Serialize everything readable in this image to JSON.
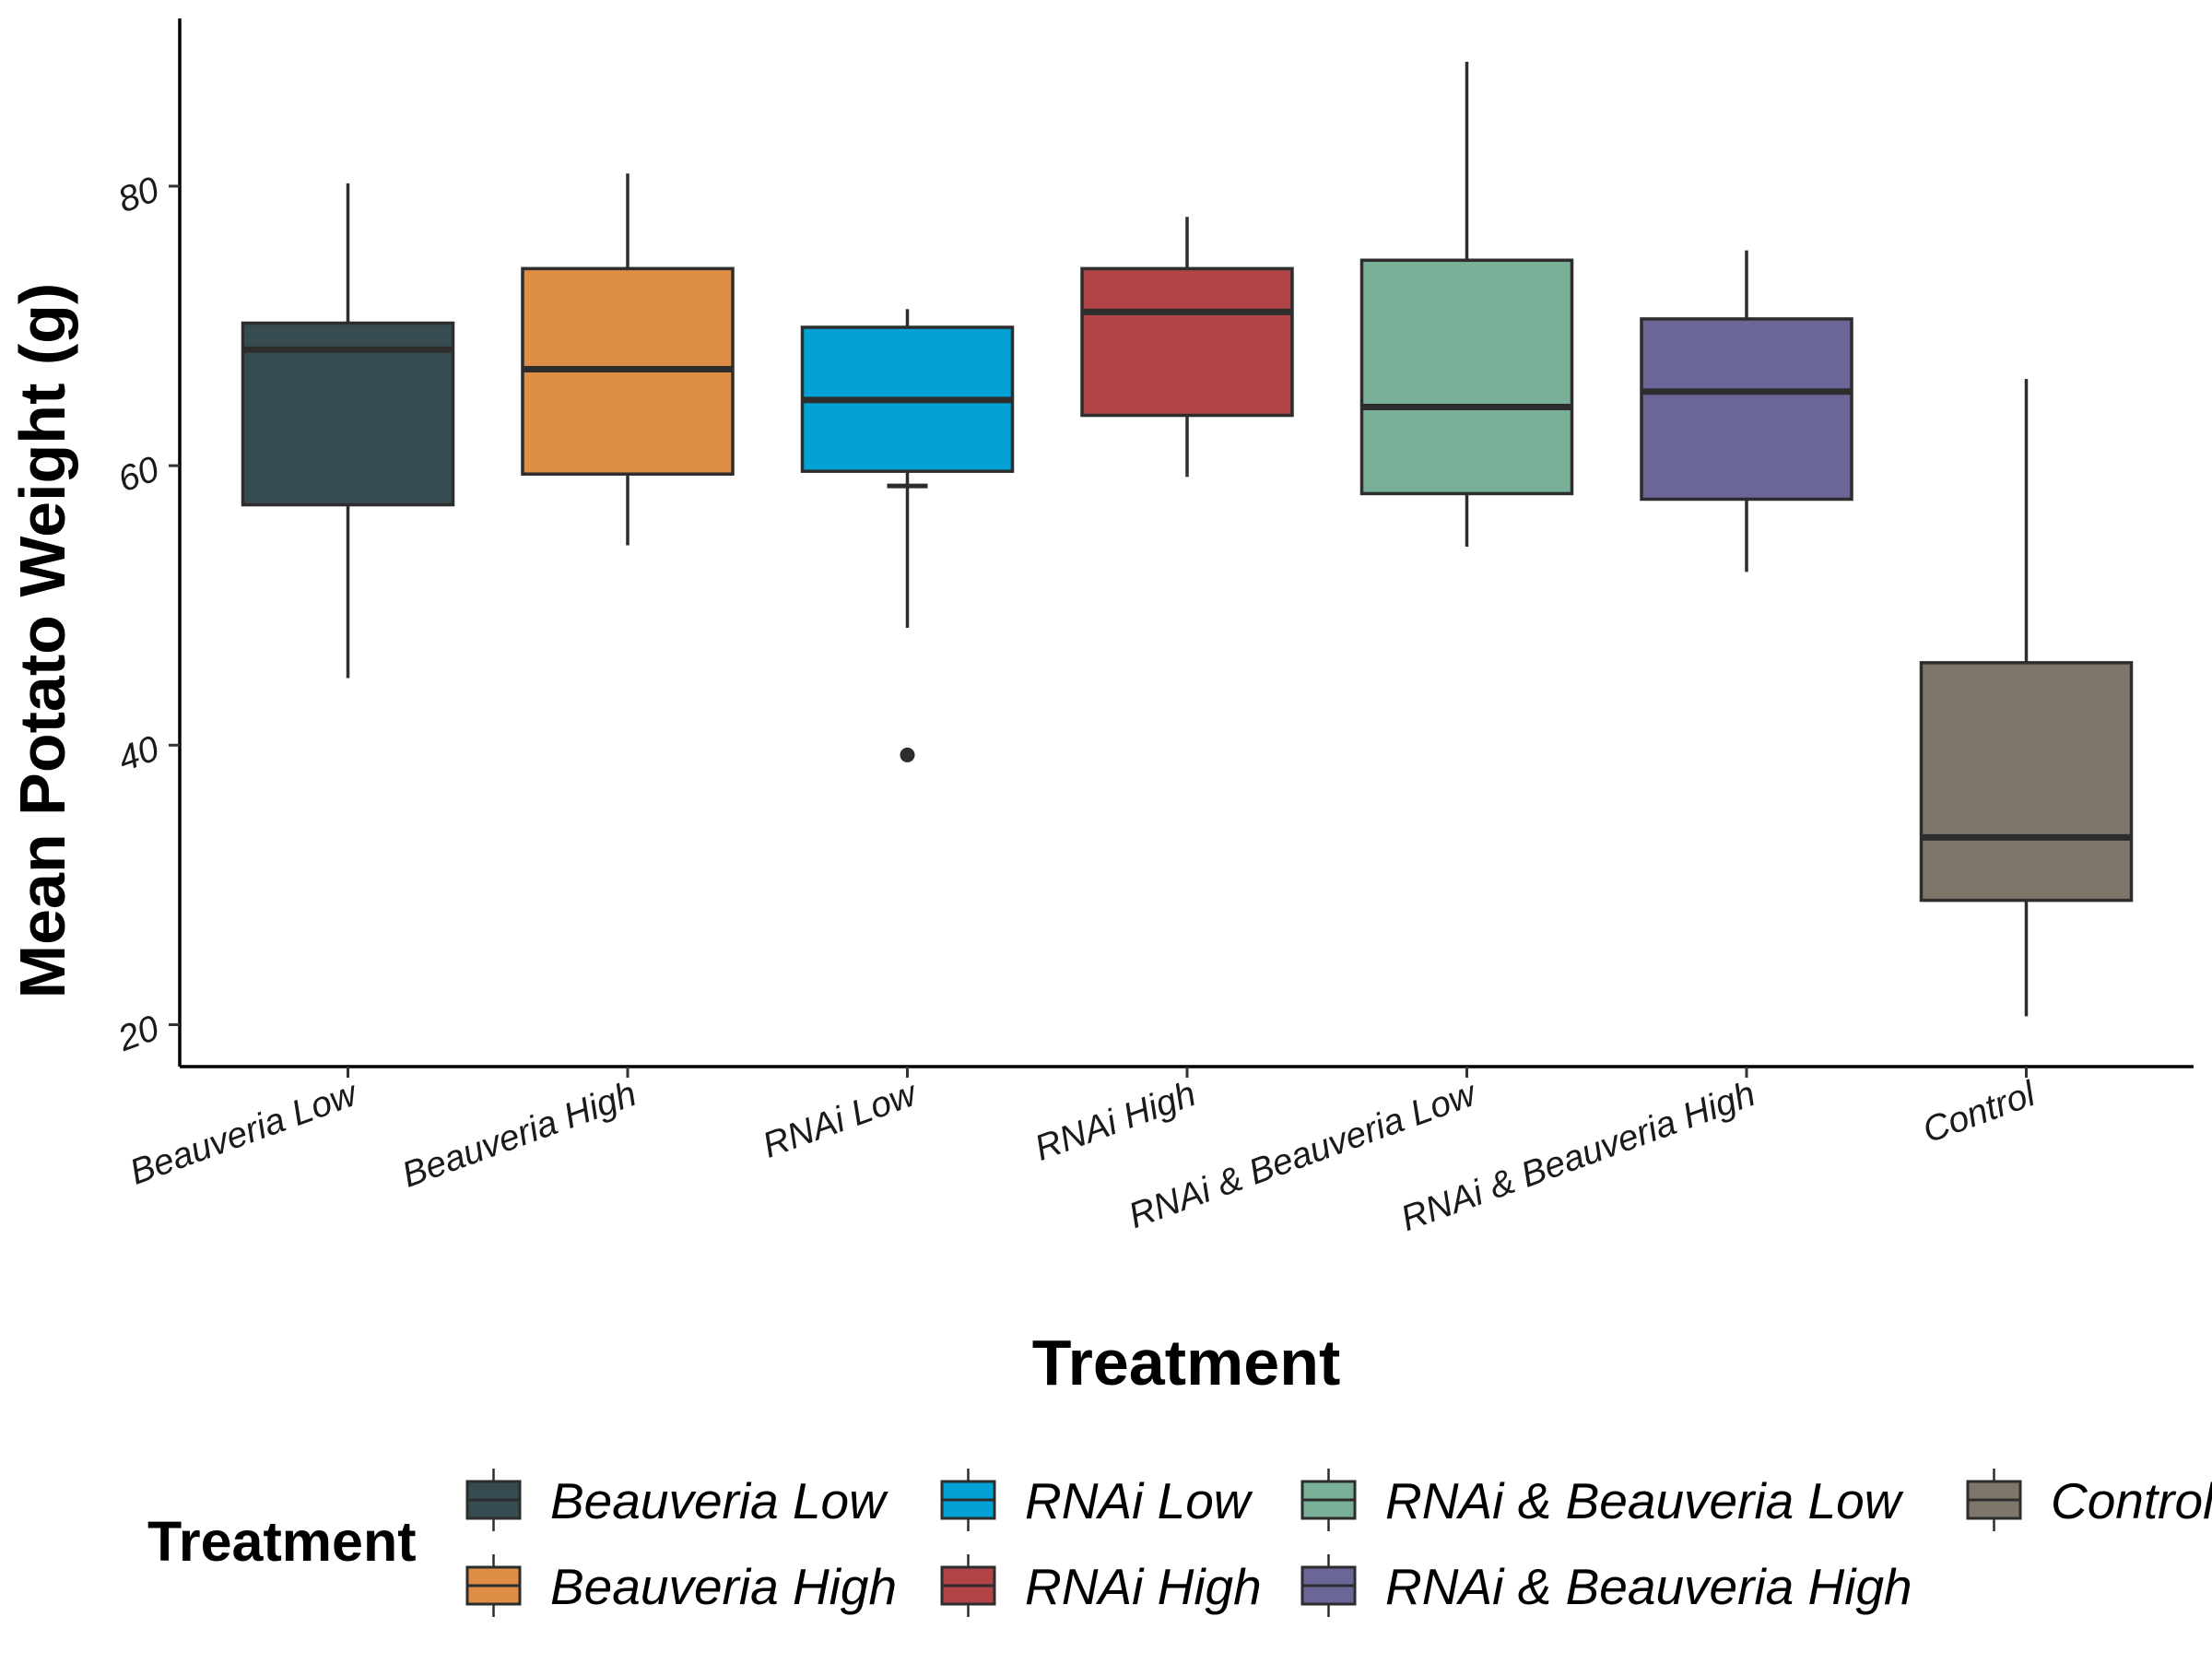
{
  "chart_data": {
    "type": "box",
    "title": "",
    "xlabel": "Treatment",
    "ylabel": "Mean Potato Weight (g)",
    "ylim": [
      17,
      92
    ],
    "yticks": [
      20,
      40,
      60,
      80
    ],
    "grid": false,
    "legend": {
      "title": "Treatment",
      "position": "bottom",
      "entries": [
        "Beauveria Low",
        "Beauveria High",
        "RNAi Low",
        "RNAi High",
        "RNAi & Beauveria Low",
        "RNAi & Beauveria High",
        "Control"
      ]
    },
    "categories": [
      "Beauveria Low",
      "Beauveria High",
      "RNAi Low",
      "RNAi High",
      "RNAi & Beauveria Low",
      "RNAi & Beauveria High",
      "Control"
    ],
    "series": [
      {
        "name": "Beauveria Low",
        "color": "#374c51",
        "whisker_low": 44.8,
        "q1": 57.2,
        "median": 68.3,
        "q3": 70.2,
        "whisker_high": 80.2,
        "outliers": []
      },
      {
        "name": "Beauveria High",
        "color": "#df8e45",
        "whisker_low": 54.3,
        "q1": 59.4,
        "median": 66.9,
        "q3": 74.1,
        "whisker_high": 80.9,
        "outliers": []
      },
      {
        "name": "RNAi Low",
        "color": "#02a2d6",
        "whisker_low": 48.4,
        "q1": 59.6,
        "median": 64.7,
        "q3": 69.9,
        "whisker_high": 71.2,
        "outliers": [
          39.3
        ]
      },
      {
        "name": "RNAi High",
        "color": "#b04446",
        "whisker_low": 59.2,
        "q1": 63.6,
        "median": 71.0,
        "q3": 74.1,
        "whisker_high": 77.8,
        "outliers": []
      },
      {
        "name": "RNAi & Beauveria Low",
        "color": "#79b097",
        "whisker_low": 54.2,
        "q1": 58.0,
        "median": 64.2,
        "q3": 74.7,
        "whisker_high": 88.9,
        "outliers": []
      },
      {
        "name": "RNAi & Beauveria High",
        "color": "#6a6698",
        "whisker_low": 52.4,
        "q1": 57.6,
        "median": 65.3,
        "q3": 70.5,
        "whisker_high": 75.4,
        "outliers": []
      },
      {
        "name": "Control",
        "color": "#7e766a",
        "whisker_low": 20.6,
        "q1": 28.9,
        "median": 33.4,
        "q3": 45.9,
        "whisker_high": 66.2,
        "outliers": []
      }
    ]
  }
}
